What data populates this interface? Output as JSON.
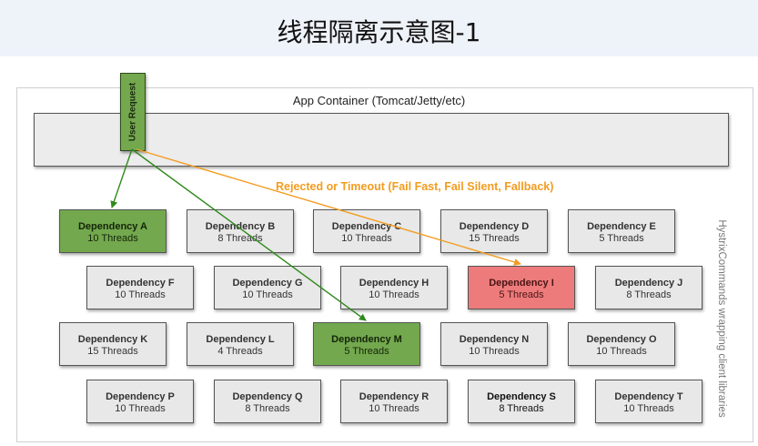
{
  "page": {
    "title": "线程隔离示意图-1"
  },
  "app_container": {
    "label": "App Container (Tomcat/Jetty/etc)"
  },
  "user_request": {
    "label": "User Request"
  },
  "rejected_label": "Rejected or Timeout (Fail Fast, Fail Silent, Fallback)",
  "side_label": "HystrixCommands wrapping client libraries",
  "colors": {
    "success": "#73a84e",
    "failure": "#ee7b7b",
    "reject_arrow": "#f39c1f",
    "request_arrow": "#2f8a1c"
  },
  "dependencies": [
    {
      "name": "Dependency A",
      "threads": "10 Threads",
      "state": "green"
    },
    {
      "name": "Dependency B",
      "threads": "8 Threads",
      "state": "normal"
    },
    {
      "name": "Dependency C",
      "threads": "10 Threads",
      "state": "normal"
    },
    {
      "name": "Dependency D",
      "threads": "15 Threads",
      "state": "normal"
    },
    {
      "name": "Dependency E",
      "threads": "5 Threads",
      "state": "normal"
    },
    {
      "name": "Dependency F",
      "threads": "10 Threads",
      "state": "normal"
    },
    {
      "name": "Dependency G",
      "threads": "10 Threads",
      "state": "normal"
    },
    {
      "name": "Dependency H",
      "threads": "10 Threads",
      "state": "normal"
    },
    {
      "name": "Dependency I",
      "threads": "5 Threads",
      "state": "red"
    },
    {
      "name": "Dependency J",
      "threads": "8 Threads",
      "state": "normal"
    },
    {
      "name": "Dependency K",
      "threads": "15 Threads",
      "state": "normal"
    },
    {
      "name": "Dependency L",
      "threads": "4 Threads",
      "state": "normal"
    },
    {
      "name": "Dependency M",
      "threads": "5 Threads",
      "state": "green"
    },
    {
      "name": "Dependency N",
      "threads": "10 Threads",
      "state": "normal"
    },
    {
      "name": "Dependency O",
      "threads": "10 Threads",
      "state": "normal"
    },
    {
      "name": "Dependency P",
      "threads": "10 Threads",
      "state": "normal"
    },
    {
      "name": "Dependency Q",
      "threads": "8 Threads",
      "state": "normal"
    },
    {
      "name": "Dependency R",
      "threads": "10 Threads",
      "state": "normal"
    },
    {
      "name": "Dependency S",
      "threads": "8 Threads",
      "state": "dark"
    },
    {
      "name": "Dependency T",
      "threads": "10 Threads",
      "state": "normal"
    }
  ]
}
